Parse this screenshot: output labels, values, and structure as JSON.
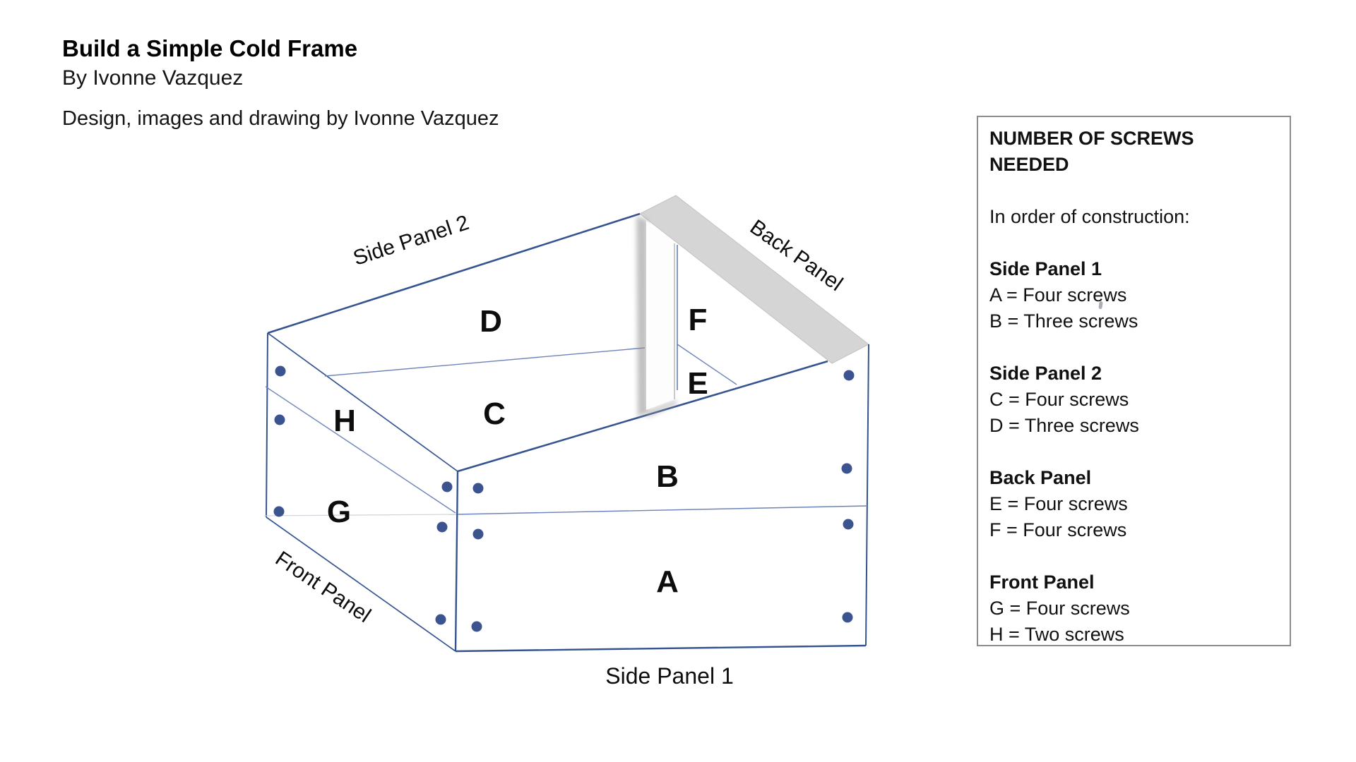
{
  "header": {
    "title": "Build a Simple Cold Frame",
    "byline": "By Ivonne Vazquez",
    "credit": "Design, images and drawing by Ivonne Vazquez"
  },
  "legend": {
    "title": "NUMBER OF SCREWS NEEDED",
    "intro": "In order of construction:",
    "sections": [
      {
        "heading": "Side Panel 1",
        "lines": [
          "A = Four screws",
          "B = Three screws"
        ]
      },
      {
        "heading": "Side Panel 2",
        "lines": [
          "C = Four screws",
          "D = Three screws"
        ]
      },
      {
        "heading": "Back Panel",
        "lines": [
          "E = Four screws",
          "F = Four screws"
        ]
      },
      {
        "heading": "Front Panel",
        "lines": [
          "G = Four screws",
          "H = Two screws"
        ]
      }
    ]
  },
  "diagram": {
    "panel_labels": {
      "side_panel_2": "Side Panel 2",
      "back_panel": "Back Panel",
      "front_panel": "Front Panel",
      "side_panel_1": "Side Panel 1"
    },
    "letters": {
      "A": "A",
      "B": "B",
      "C": "C",
      "D": "D",
      "E": "E",
      "F": "F",
      "G": "G",
      "H": "H"
    },
    "colors": {
      "line": "#35548f",
      "thin_line": "#6d83b8",
      "dot": "#3b5490",
      "band": "#d5d5d5"
    }
  }
}
